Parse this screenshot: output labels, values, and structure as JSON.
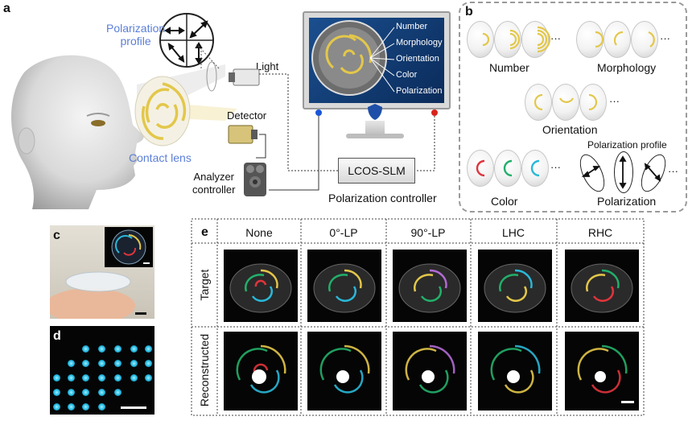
{
  "panels": {
    "a": "a",
    "b": "b",
    "c": "c",
    "d": "d",
    "e": "e"
  },
  "panel_a": {
    "polarization_profile": [
      "Polarization",
      "profile"
    ],
    "contact_lens": "Contact lens",
    "light": "Light",
    "detector": "Detector",
    "analyzer_controller": [
      "Analyzer",
      "controller"
    ],
    "lcos_slm": "LCOS-SLM",
    "polarization_controller": "Polarization controller",
    "monitor_menu": [
      "Number",
      "Morphology",
      "Orientation",
      "Color",
      "Polarization"
    ]
  },
  "panel_b": {
    "number": "Number",
    "morphology": "Morphology",
    "orientation": "Orientation",
    "color": "Color",
    "polarization": "Polarization",
    "polarization_profile": "Polarization  profile",
    "ellipsis": "···",
    "colors": {
      "red": "#e0343c",
      "green": "#22b06a",
      "cyan": "#2ab8d8",
      "gold": "#e3c74a"
    }
  },
  "panel_e": {
    "columns": [
      "None",
      "0°-LP",
      "90°-LP",
      "LHC",
      "RHC"
    ],
    "rows": [
      "Target",
      "Reconstructed"
    ]
  }
}
